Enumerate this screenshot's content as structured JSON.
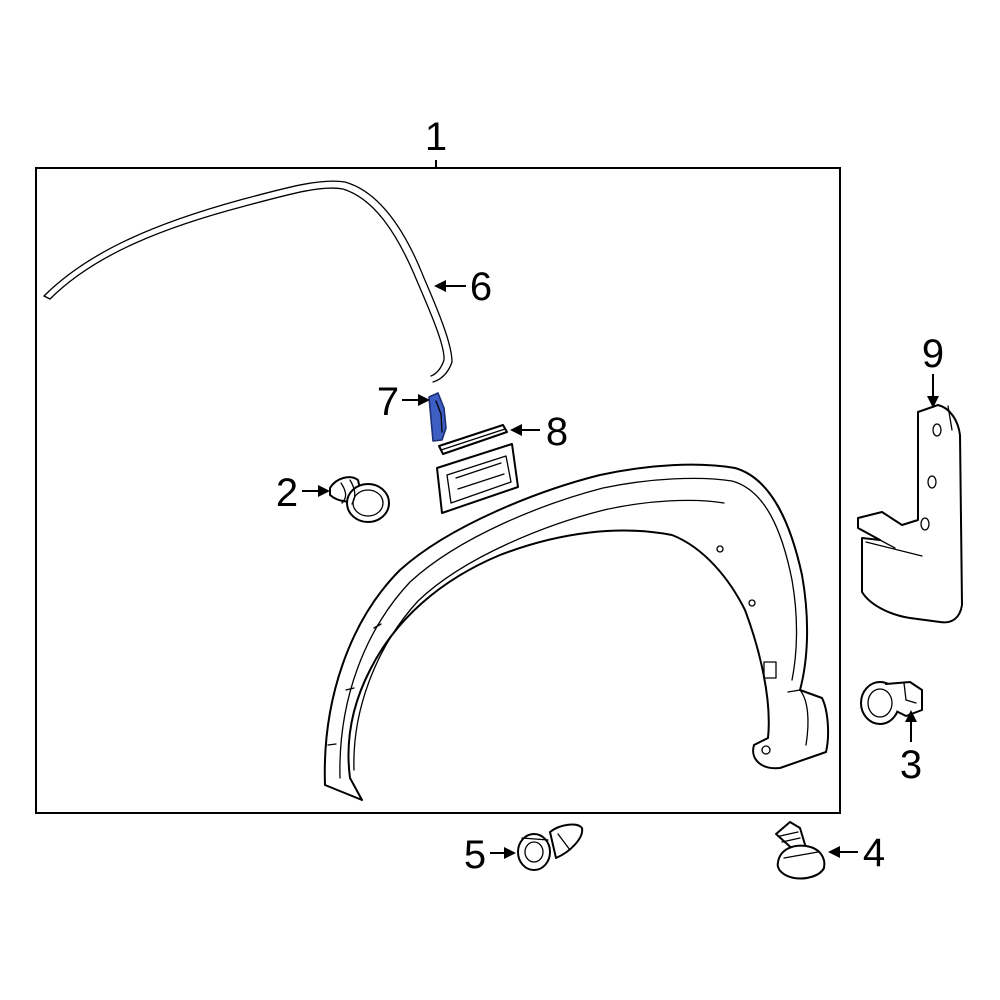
{
  "callouts": {
    "c1": "1",
    "c2": "2",
    "c3": "3",
    "c4": "4",
    "c5": "5",
    "c6": "6",
    "c7": "7",
    "c8": "8",
    "c9": "9"
  },
  "colors": {
    "line": "#000000",
    "background": "#ffffff",
    "highlight_fill": "#3d5fc4",
    "highlight_stroke": "#1c2e75"
  }
}
